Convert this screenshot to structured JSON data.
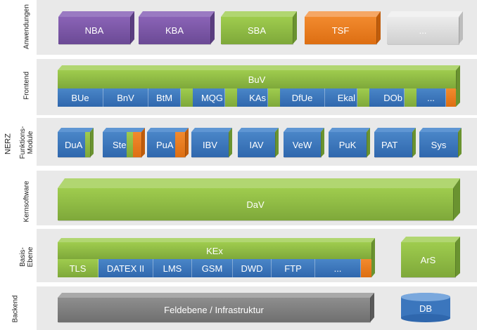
{
  "side_labels": {
    "anwendungen": "Anwendungen",
    "frontend": "Frontend",
    "nerz": "NERZ",
    "funktionsmodule_line1": "Funktions-",
    "funktionsmodule_line2": "Module",
    "kernsoftware": "Kernsoftware",
    "basis_line1": "Basis-",
    "basis_line2": "Ebene",
    "backend": "Backend"
  },
  "applications": [
    "NBA",
    "KBA",
    "SBA",
    "TSF",
    "..."
  ],
  "frontend": {
    "main": "BuV",
    "items": [
      "BUe",
      "BnV",
      "BtM",
      "MQG",
      "KAs",
      "DfUe",
      "Ekal",
      "DOb",
      "..."
    ]
  },
  "modules": [
    "DuA",
    "Ste",
    "PuA",
    "IBV",
    "IAV",
    "VeW",
    "PuK",
    "PAT",
    "Sys"
  ],
  "kernsoftware": "DaV",
  "basis": {
    "main": "KEx",
    "items": [
      "TLS",
      "DATEX II",
      "LMS",
      "GSM",
      "DWD",
      "FTP",
      "..."
    ],
    "side": "ArS"
  },
  "backend": {
    "main": "Feldebene / Infrastruktur",
    "db": "DB"
  },
  "colors": {
    "green": "#8dbb45",
    "purple": "#7a56a7",
    "orange": "#ea7d20",
    "blue": "#3b76bd",
    "gray": "#7f7f7f",
    "light_gray": "#dedede",
    "band": "#e9e9e9"
  }
}
